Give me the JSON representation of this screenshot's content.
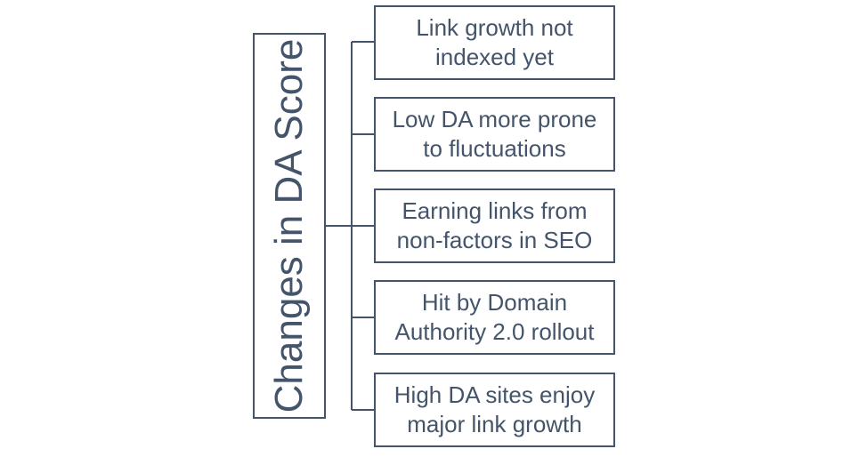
{
  "diagram": {
    "root": {
      "label": "Changes in DA Score"
    },
    "children": [
      {
        "label": "Link growth not\nindexed yet"
      },
      {
        "label": "Low DA more prone\nto fluctuations"
      },
      {
        "label": "Earning links from\nnon-factors in SEO"
      },
      {
        "label": "Hit by Domain\nAuthority 2.0 rollout"
      },
      {
        "label": "High DA sites enjoy\nmajor link growth"
      }
    ],
    "colors": {
      "stroke": "#44546a",
      "text": "#44546a",
      "background": "#ffffff"
    }
  }
}
